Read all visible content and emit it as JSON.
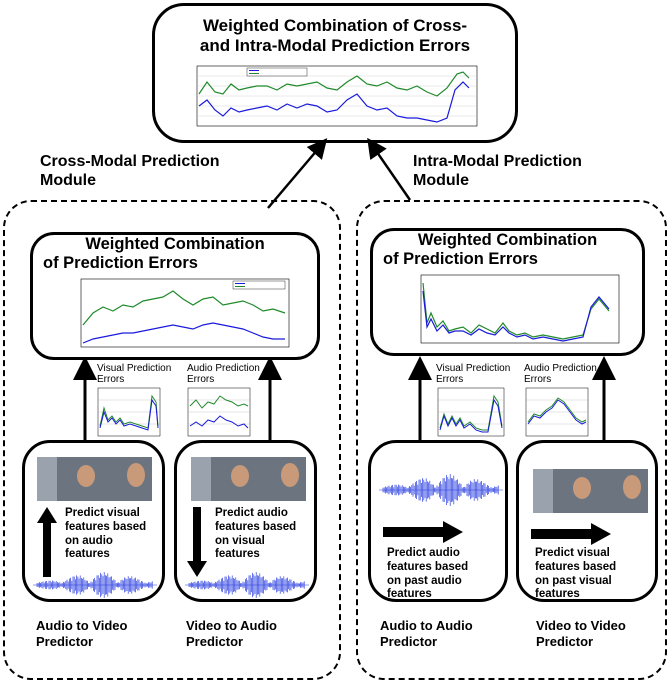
{
  "top": {
    "title_line1": "Weighted Combination of Cross-",
    "title_line2": "and Intra-Modal Prediction Errors"
  },
  "cross_module": {
    "label_line1": "Cross-Modal Prediction",
    "label_line2": "Module",
    "combo_title_line1": "Weighted Combination",
    "combo_title_line2": "of Prediction Errors",
    "visual_errors_line1": "Visual Prediction",
    "visual_errors_line2": "Errors",
    "audio_errors_line1": "Audio Prediction",
    "audio_errors_line2": "Errors",
    "a2v_desc_line1": "Predict visual",
    "a2v_desc_line2": "features based",
    "a2v_desc_line3": "on audio",
    "a2v_desc_line4": "features",
    "v2a_desc_line1": "Predict audio",
    "v2a_desc_line2": "features based",
    "v2a_desc_line3": "on visual",
    "v2a_desc_line4": "features",
    "a2v_name_line1": "Audio to Video",
    "a2v_name_line2": "Predictor",
    "v2a_name_line1": "Video to Audio",
    "v2a_name_line2": "Predictor"
  },
  "intra_module": {
    "label_line1": "Intra-Modal Prediction",
    "label_line2": "Module",
    "combo_title_line1": "Weighted Combination",
    "combo_title_line2": "of Prediction Errors",
    "visual_errors_line1": "Visual Prediction",
    "visual_errors_line2": "Errors",
    "audio_errors_line1": "Audio Prediction",
    "audio_errors_line2": "Errors",
    "a2a_desc_line1": "Predict audio",
    "a2a_desc_line2": "features based",
    "a2a_desc_line3": "on past audio",
    "a2a_desc_line4": "features",
    "v2v_desc_line1": "Predict visual",
    "v2v_desc_line2": "features based",
    "v2v_desc_line3": "on past visual",
    "v2v_desc_line4": "features",
    "a2a_name_line1": "Audio to Audio",
    "a2a_name_line2": "Predictor",
    "v2v_name_line1": "Video to Video",
    "v2v_name_line2": "Predictor"
  },
  "colors": {
    "series_blue": "#1a1adc",
    "series_green": "#1f8a2a",
    "waveform": "#2a3ee0"
  }
}
